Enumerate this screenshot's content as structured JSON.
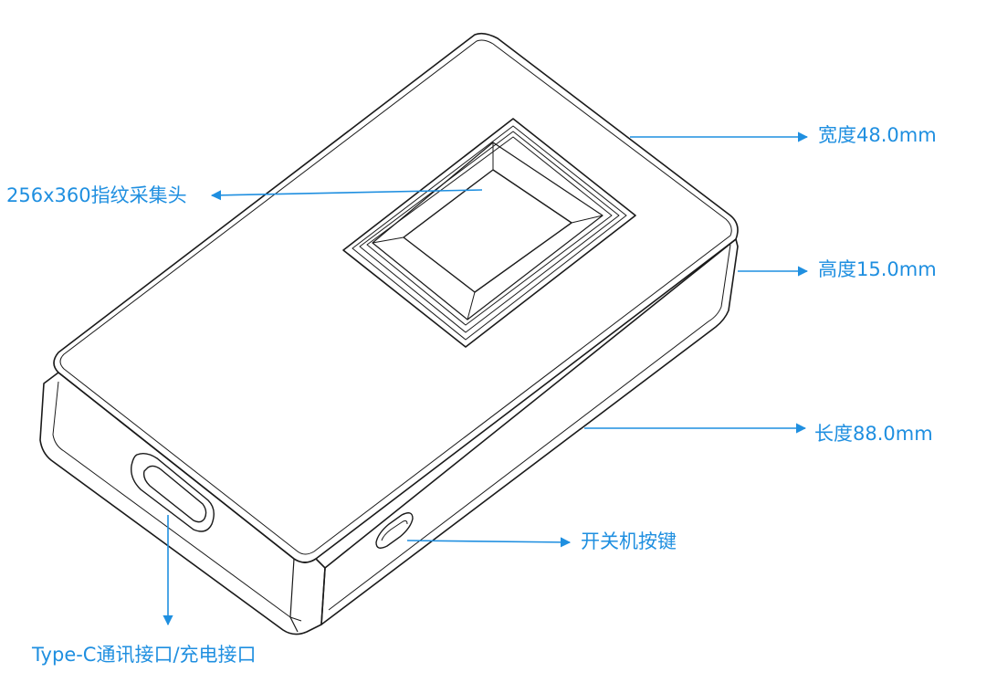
{
  "labels": {
    "width": "宽度48.0mm",
    "sensor": "256x360指纹采集头",
    "height": "高度15.0mm",
    "length": "长度88.0mm",
    "power_button": "开关机按键",
    "usb_c": "Type-C通讯接口/充电接口"
  },
  "colors": {
    "callout": "#1f8fe0",
    "outline": "#1a1a1a"
  }
}
